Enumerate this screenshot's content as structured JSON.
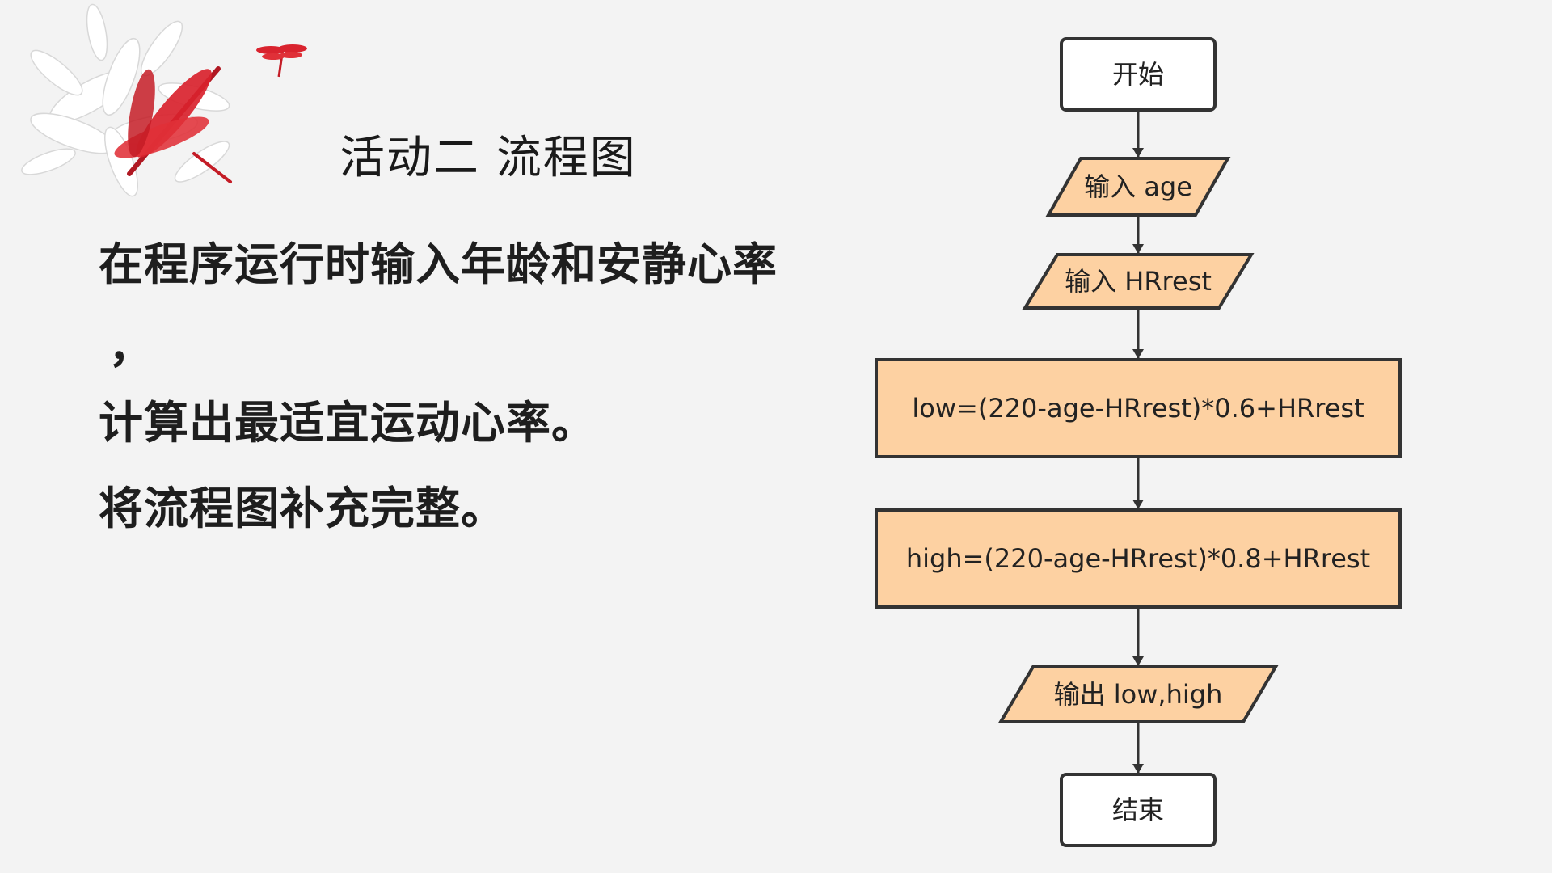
{
  "title": "活动二 流程图",
  "text_lines": [
    "在程序运行时输入年龄和安静心率",
    "，",
    "计算出最适宜运动心率。",
    "将流程图补充完整。"
  ],
  "flowchart": {
    "nodes": [
      {
        "id": "start",
        "shape": "terminal",
        "label": "开始"
      },
      {
        "id": "input-age",
        "shape": "io",
        "label": "输入 age"
      },
      {
        "id": "input-hrrest",
        "shape": "io",
        "label": "输入 HRrest"
      },
      {
        "id": "calc-low",
        "shape": "process",
        "label": "low=(220-age-HRrest)*0.6+HRrest"
      },
      {
        "id": "calc-high",
        "shape": "process",
        "label": "high=(220-age-HRrest)*0.8+HRrest"
      },
      {
        "id": "output",
        "shape": "io",
        "label": "输出 low,high"
      },
      {
        "id": "end",
        "shape": "terminal",
        "label": "结束"
      }
    ],
    "edges": [
      [
        "start",
        "input-age"
      ],
      [
        "input-age",
        "input-hrrest"
      ],
      [
        "input-hrrest",
        "calc-low"
      ],
      [
        "calc-low",
        "calc-high"
      ],
      [
        "calc-high",
        "output"
      ],
      [
        "output",
        "end"
      ]
    ]
  },
  "colors": {
    "node_fill": "#fdd1a2",
    "terminal_fill": "#ffffff",
    "stroke": "#333333",
    "text": "#222222",
    "accent_red": "#d9232e"
  }
}
